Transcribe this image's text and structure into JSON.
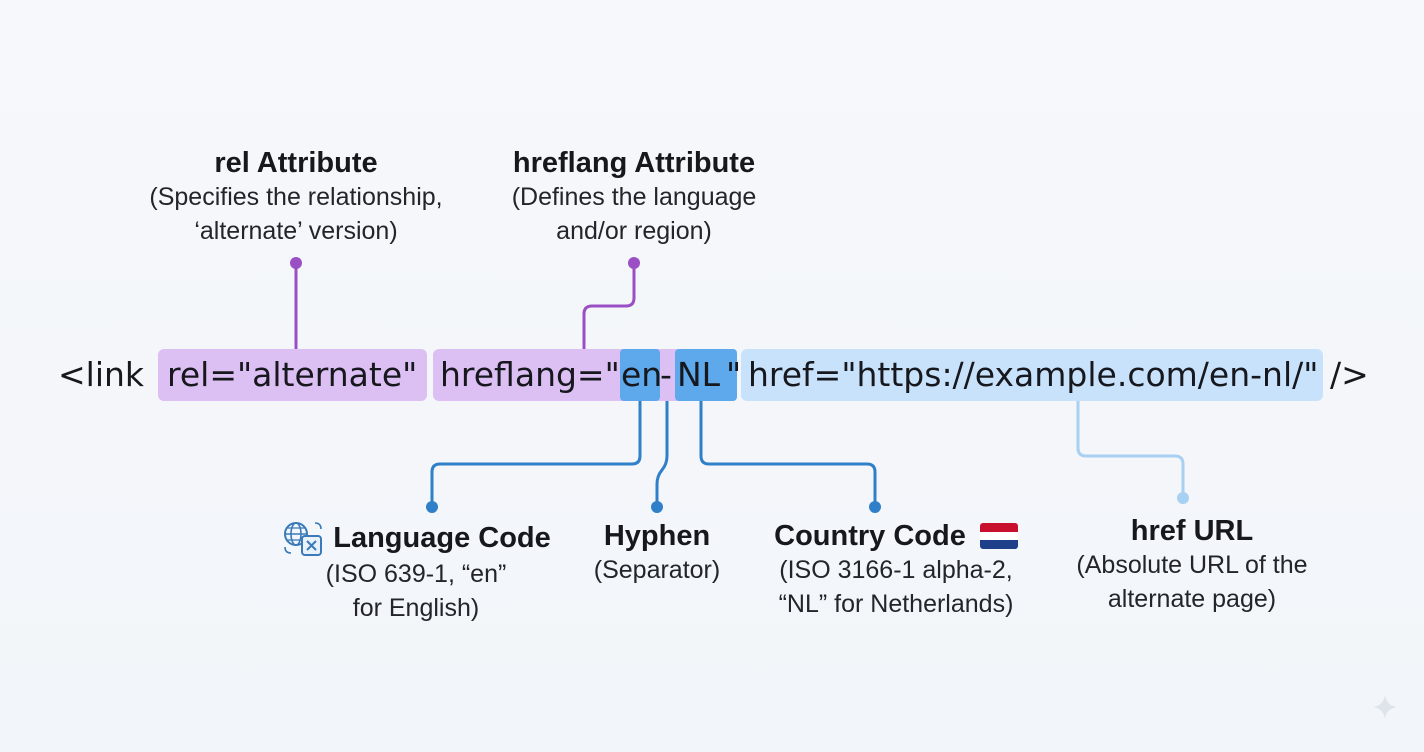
{
  "code_line": {
    "open": "<link",
    "rel": "rel=\"alternate\"",
    "hreflang_prefix": "hreflang=\"",
    "lang_code": "en",
    "hyphen": "-",
    "country_code": "NL",
    "hreflang_suffix": "\"",
    "href": "href=\"https://example.com/en-nl/\"",
    "close": "/>"
  },
  "annotations": {
    "rel": {
      "title": "rel Attribute",
      "line1": "(Specifies the relationship,",
      "line2": "‘alternate’ version)"
    },
    "hreflang": {
      "title": "hreflang Attribute",
      "line1": "(Defines the language",
      "line2": "and/or region)"
    },
    "language": {
      "title": "Language Code",
      "line1": "(ISO 639-1, “en”",
      "line2": "for English)"
    },
    "hyphen": {
      "title": "Hyphen",
      "line1": "(Separator)"
    },
    "country": {
      "title": "Country Code",
      "line1": "(ISO 3166-1 alpha-2,",
      "line2": "“NL” for Netherlands)"
    },
    "href": {
      "title": "href URL",
      "line1": "(Absolute URL of the",
      "line2": "alternate page)"
    }
  },
  "icons": {
    "language": "translate-icon",
    "country": "netherlands-flag-icon",
    "corner": "sparkle-icon"
  },
  "colors": {
    "purple_highlight": "#dcc0f3",
    "purple_line": "#9b4fc4",
    "blue_highlight": "#5ea8ec",
    "blue_line": "#2f80c8",
    "light_blue_highlight": "#c9e2fb",
    "light_blue_line": "#a8d0f2"
  }
}
